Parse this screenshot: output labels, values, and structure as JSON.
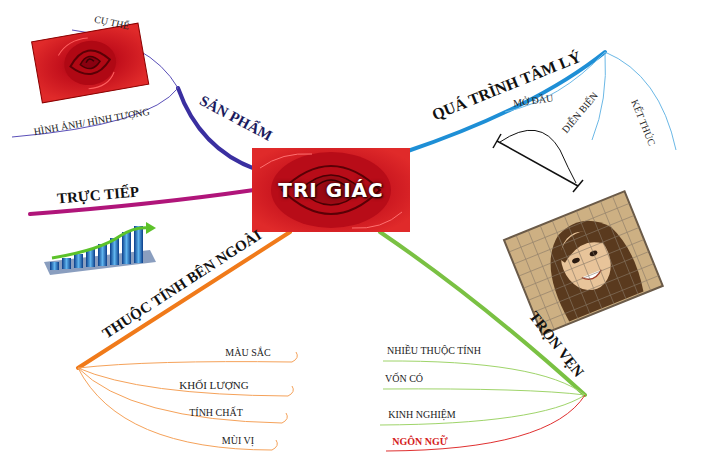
{
  "diagram": {
    "nodes": [
      {
        "text": [
          "TRI GIÁC"
        ]
      }
    ],
    "labels": [
      "CỤ THỂ",
      "SẢN PHẨM",
      "HÌNH ẢNH/ HÌNH TƯỢNG",
      "QUÁ TRÌNH TÂM LÝ",
      "MỞ ĐẦU",
      "DIỄN BIẾN",
      "KẾT THÚC",
      "TRỰC TIẾP",
      "THUỘC TÍNH BÊN NGOÀI",
      "MÀU SẮC",
      "KHỐI LƯỢNG",
      "TÍNH CHẤT",
      "MÙI VỊ",
      "TRỌN VẸN",
      "NHIỀU THUỘC TÍNH",
      "VỐN CÓ",
      "KINH NGHIỆM",
      "NGÔN NGỮ"
    ]
  }
}
